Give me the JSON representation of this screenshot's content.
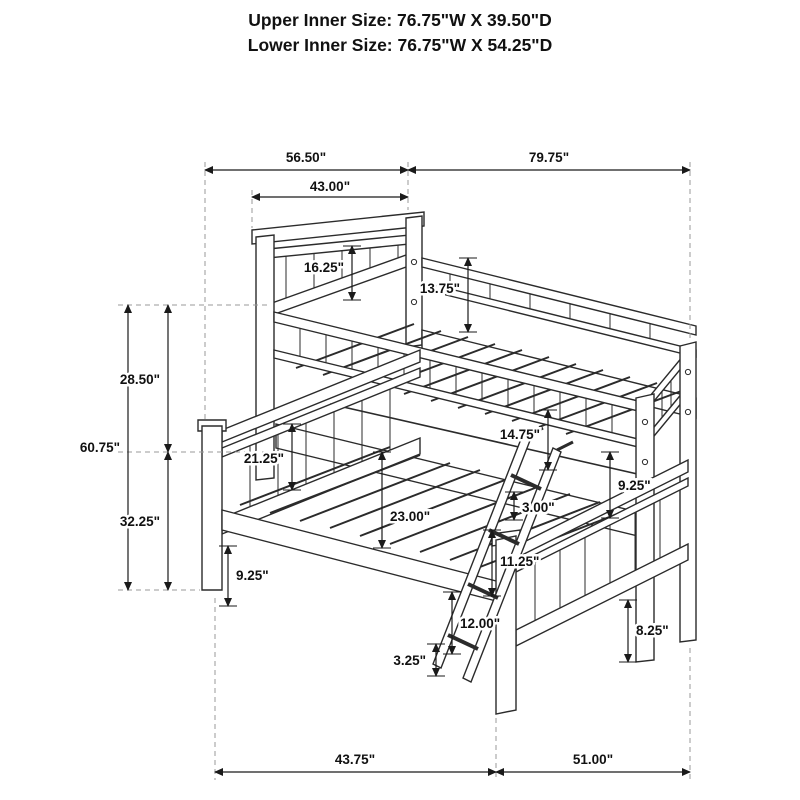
{
  "header": {
    "line1": "Upper Inner Size: 76.75\"W X 39.50\"D",
    "line2": "Lower Inner Size: 76.75\"W X 54.25\"D"
  },
  "dims": {
    "lower_depth_top": "56.50\"",
    "overall_length_top": "79.75\"",
    "upper_depth_top": "43.00\"",
    "headboard_top_section": "16.25\"",
    "upper_rail_section": "13.75\"",
    "upper_section_height": "28.50\"",
    "overall_height": "60.75\"",
    "lower_section_height": "32.25\"",
    "under_bunk_gap": "21.25\"",
    "guard_rail_height": "14.75\"",
    "bunk_clearance": "23.00\"",
    "slat_step": "3.00\"",
    "foot_spindle_section": "9.25\"",
    "ladder_rung_gap": "11.25\"",
    "headboard_leg_section": "9.25\"",
    "footboard_section": "12.00\"",
    "foot_leg_section": "8.25\"",
    "frame_step": "3.25\"",
    "bottom_depth": "43.75\"",
    "bottom_length": "51.00\""
  },
  "style": {
    "line_color": "#2b2b2b",
    "dimension_color": "#1a1a1a",
    "extension_color": "#9a9a9a",
    "background": "#ffffff"
  }
}
